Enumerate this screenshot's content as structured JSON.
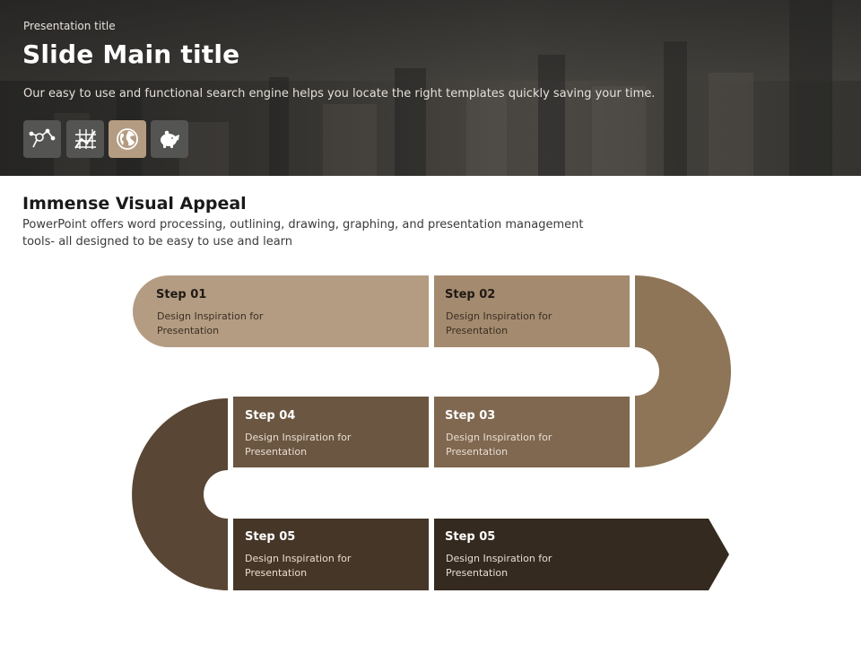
{
  "header": {
    "presentation_title": "Presentation title",
    "main_title": "Slide Main title",
    "subtitle": "Our easy to use and functional search engine helps you locate the right templates quickly saving your time.",
    "icons": [
      "network-pin-icon",
      "chart-grid-icon",
      "globe-icon",
      "piggy-bank-icon"
    ],
    "active_icon_index": 2
  },
  "section": {
    "title": "Immense Visual Appeal",
    "text": "PowerPoint offers word processing, outlining, drawing, graphing, and presentation management tools- all designed to be easy to use and learn"
  },
  "steps": [
    {
      "title": "Step 01",
      "line1": "Design Inspiration for",
      "line2": "Presentation"
    },
    {
      "title": "Step 02",
      "line1": "Design Inspiration for",
      "line2": "Presentation"
    },
    {
      "title": "Step 03",
      "line1": "Design Inspiration for",
      "line2": "Presentation"
    },
    {
      "title": "Step 04",
      "line1": "Design Inspiration for",
      "line2": "Presentation"
    },
    {
      "title": "Step 05",
      "line1": "Design Inspiration for",
      "line2": "Presentation"
    },
    {
      "title": "Step 05",
      "line1": "Design Inspiration for",
      "line2": "Presentation"
    }
  ],
  "colors": {
    "step01": "#b49c82",
    "step02": "#a48a6e",
    "curve_right": "#8e7558",
    "step03": "#806750",
    "step04": "#6b5641",
    "curve_left": "#594634",
    "step05a": "#463628",
    "step05b": "#352a1f",
    "accent_icon": "#b49c82"
  }
}
